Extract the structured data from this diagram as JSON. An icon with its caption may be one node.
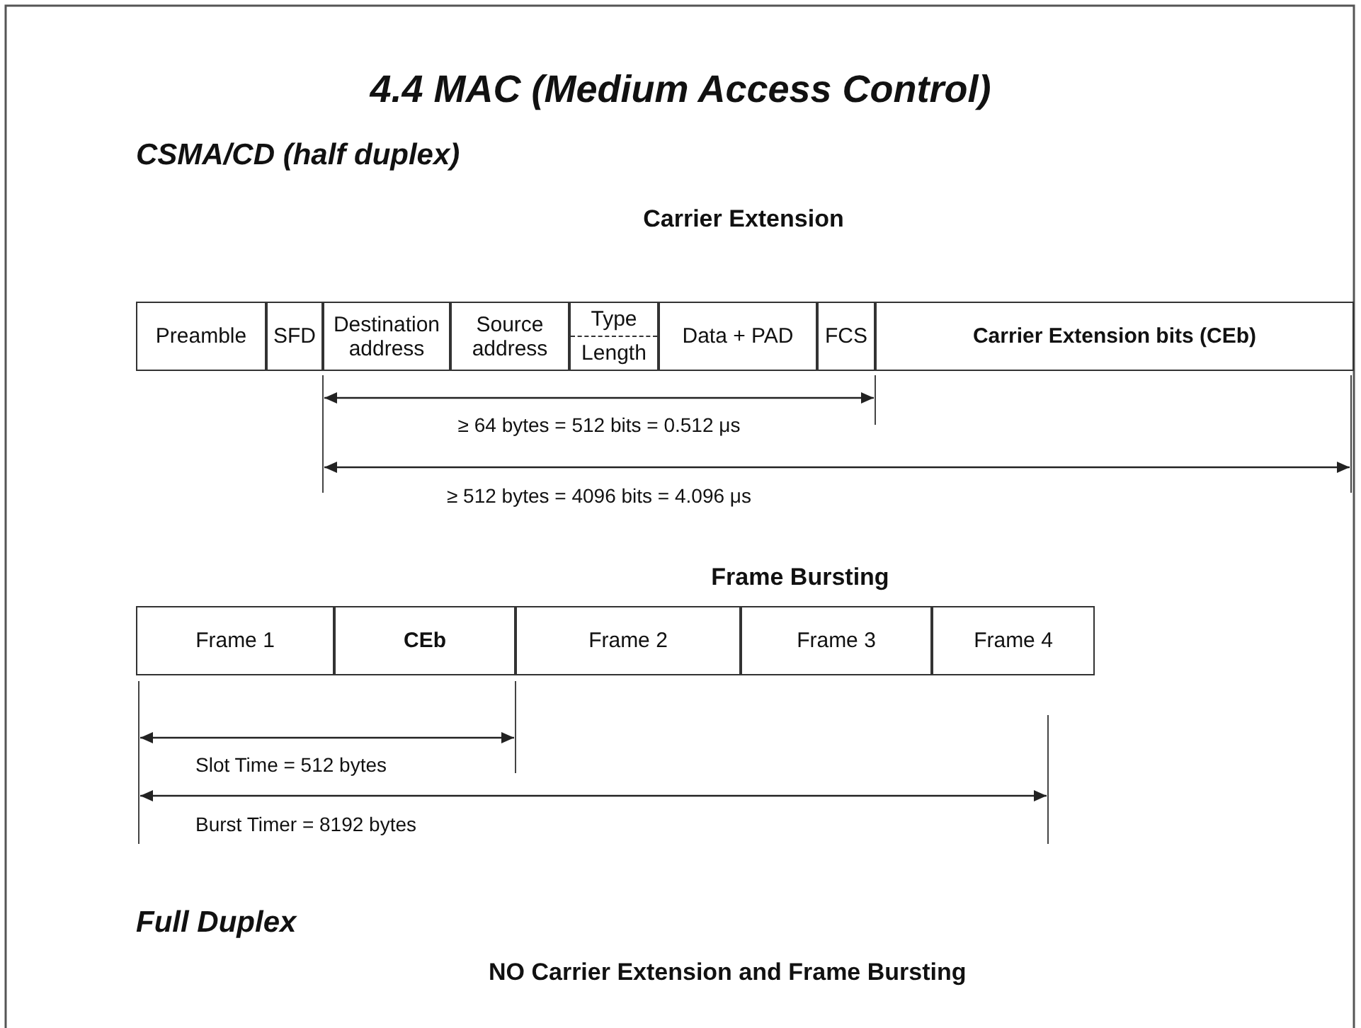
{
  "diagram": {
    "title": "4.4 MAC (Medium Access Control)",
    "nodes": [
      {
        "text": [
          "Preamble"
        ]
      },
      {
        "text": [
          "SFD"
        ]
      },
      {
        "text": [
          "Destination address"
        ]
      },
      {
        "text": [
          "Source address"
        ]
      },
      {
        "text": [
          "Type",
          "Length"
        ]
      },
      {
        "text": [
          "Data + PAD"
        ]
      },
      {
        "text": [
          "FCS"
        ]
      },
      {
        "text": [
          "Carrier Extension bits (CEb)"
        ]
      },
      {
        "text": [
          "Frame 1"
        ]
      },
      {
        "text": [
          "CEb"
        ]
      },
      {
        "text": [
          "Frame 2"
        ]
      },
      {
        "text": [
          "Frame 3"
        ]
      },
      {
        "text": [
          "Frame 4"
        ]
      }
    ],
    "labels": [
      "CSMA/CD (half duplex)",
      "Carrier Extension",
      "≥ 64 bytes = 512 bits = 0.512 μs",
      "≥ 512 bytes = 4096 bits = 4.096 μs",
      "Frame Bursting",
      "Slot Time = 512 bytes",
      "Burst Timer = 8192 bytes",
      "Full Duplex",
      "NO Carrier Extension and Frame Bursting"
    ]
  }
}
